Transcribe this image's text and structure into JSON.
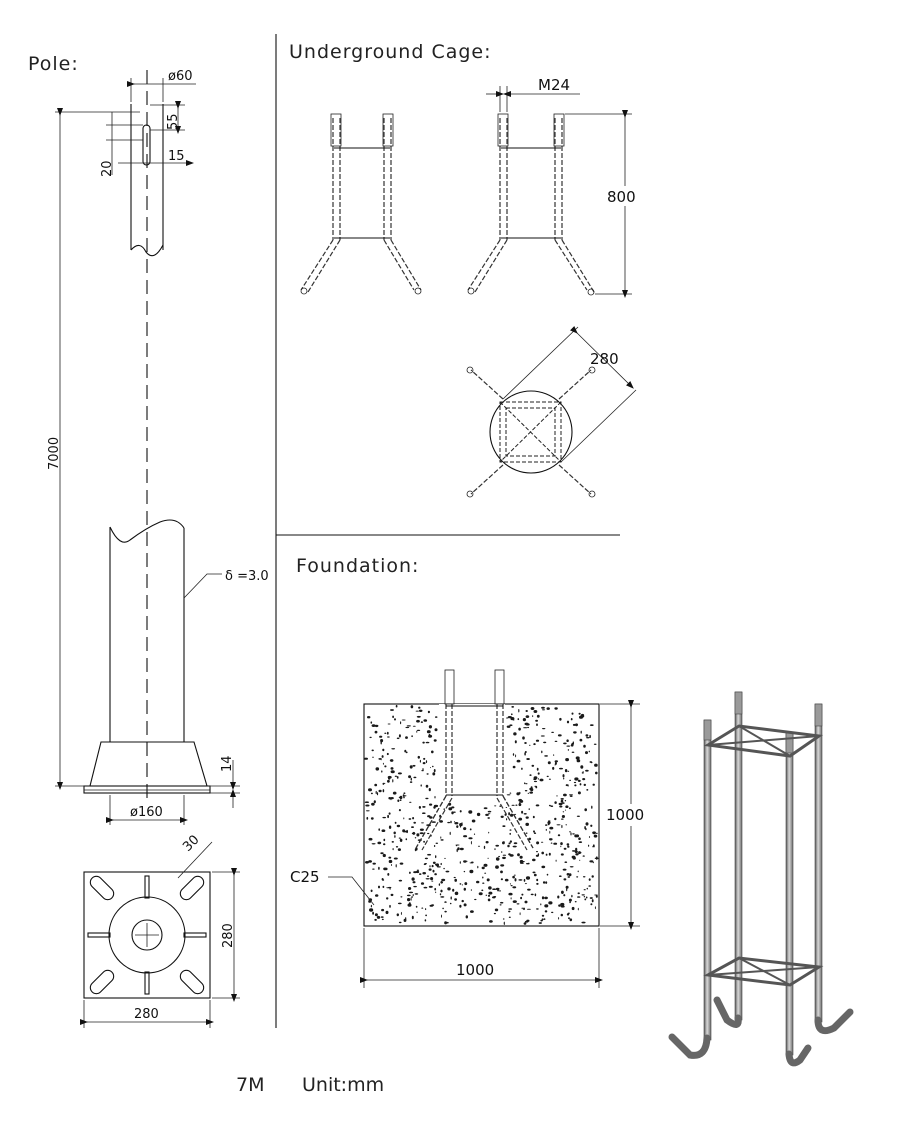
{
  "sections": {
    "pole": "Pole:",
    "cage": "Underground  Cage:",
    "foundation": "Foundation:"
  },
  "pole": {
    "top_diameter": "ø60",
    "slot_offset": "55",
    "slot_height": "20",
    "slot_width": "15",
    "height": "7000",
    "thickness": "δ =3.0",
    "flange_thickness": "14",
    "base_diameter": "ø160",
    "plate_slot": "30",
    "plate_height": "280",
    "plate_width": "280"
  },
  "cage": {
    "bolt": "M24",
    "height": "800",
    "diagonal": "280"
  },
  "foundation": {
    "concrete": "C25",
    "height": "1000",
    "width": "1000"
  },
  "footer": {
    "model": "7M",
    "unit": "Unit:mm"
  },
  "colors": {
    "ink": "#111111",
    "background": "#ffffff",
    "steel": "#8a8a8a"
  }
}
